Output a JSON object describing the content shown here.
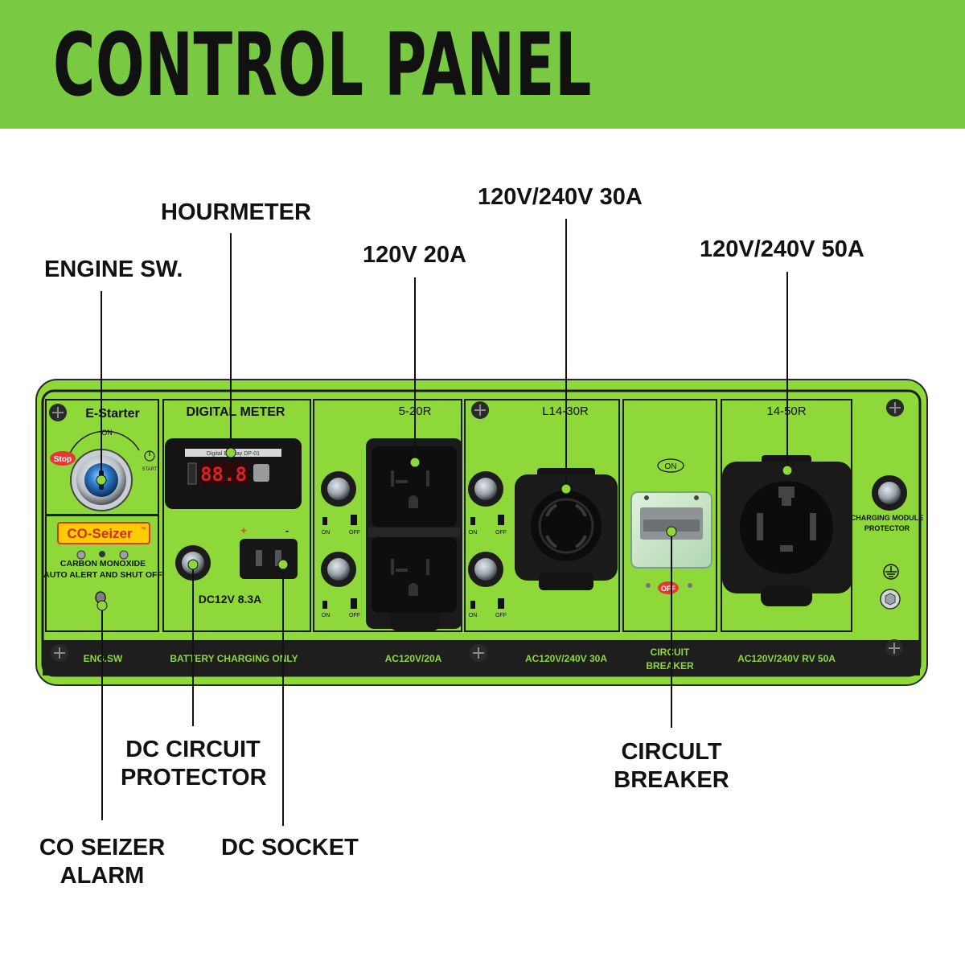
{
  "title": "CONTROL PANEL",
  "colors": {
    "header_green": "#7ac943",
    "panel_green": "#8ed83a",
    "panel_border": "#1a1a1a",
    "bottom_strip": "#1e1e1e",
    "display_red": "#e02020",
    "stop_red": "#e53935"
  },
  "callouts": {
    "hourmeter": "HOURMETER",
    "engine_sw": "ENGINE SW.",
    "v120_20a": "120V 20A",
    "v240_30a": "120V/240V 30A",
    "v240_50a": "120V/240V 50A",
    "dc_circuit_protector": [
      "DC CIRCUIT",
      "PROTECTOR"
    ],
    "circuit_breaker": [
      "CIRCULT",
      "BREAKER"
    ],
    "co_seizer_alarm": [
      "CO SEIZER",
      "ALARM"
    ],
    "dc_socket": "DC SOCKET"
  },
  "panel": {
    "e_starter": {
      "label": "E-Starter",
      "on": "ON",
      "stop": "Stop",
      "start": "START"
    },
    "co_seizer": {
      "brand": "CO-Seizer",
      "tm": "™",
      "line1": "CARBON MONOXIDE",
      "line2": "AUTO ALERT AND SHUT OFF"
    },
    "digital_meter": {
      "label": "DIGITAL METER",
      "reading": "88.8",
      "bezel_text": "Digital Display DP-01",
      "plus": "+",
      "minus": "-",
      "dc_rating": "DC12V 8.3A"
    },
    "outlet_5_20r": {
      "label": "5-20R"
    },
    "outlet_l14_30r": {
      "label": "L14-30R"
    },
    "breaker": {
      "on": "ON",
      "off": "OFF"
    },
    "outlet_14_50r": {
      "label": "14-50R"
    },
    "charging": {
      "line1": "CHARGING MODULE",
      "line2": "PROTECTOR"
    },
    "switch_on": "ON",
    "switch_off": "OFF",
    "bottom_strip": {
      "eng_sw": "ENG.SW",
      "battery": "BATTERY  CHARGING ONLY",
      "ac_20a": "AC120V/20A",
      "ac_30a": "AC120V/240V 30A",
      "breaker_1": "CIRCUIT",
      "breaker_2": "BREAKER",
      "ac_50a": "AC120V/240V RV 50A"
    }
  }
}
